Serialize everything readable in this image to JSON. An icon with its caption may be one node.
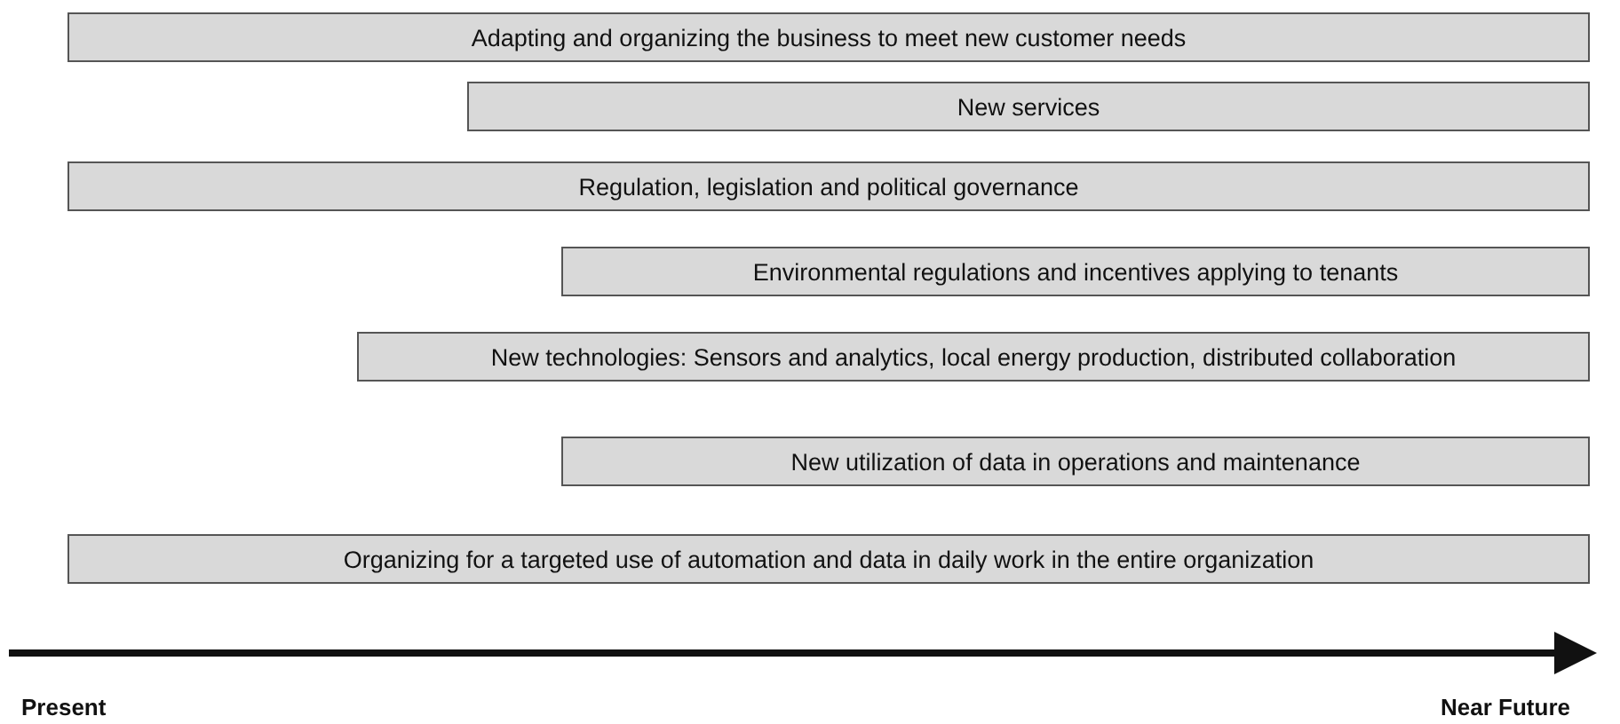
{
  "diagram": {
    "nodes": [
      {
        "text": [
          "Adapting and organizing the business to meet new customer needs"
        ]
      },
      {
        "text": [
          "New services"
        ]
      },
      {
        "text": [
          "Regulation, legislation and political governance"
        ]
      },
      {
        "text": [
          "Environmental regulations and incentives applying to tenants"
        ]
      },
      {
        "text": [
          "New technologies: Sensors and analytics, local energy production, distributed collaboration"
        ]
      },
      {
        "text": [
          "New utilization of data in operations and maintenance"
        ]
      },
      {
        "text": [
          "Organizing for a targeted use of automation and data in daily work in the entire organization"
        ]
      }
    ],
    "labels": [
      "Present",
      "Near Future"
    ]
  }
}
